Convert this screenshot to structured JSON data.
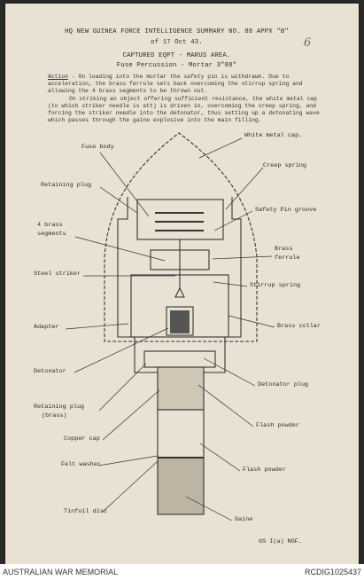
{
  "header": {
    "line1": "HQ NEW GUINEA FORCE INTELLIGENCE SUMMARY NO. 88   APPX \"B\"",
    "line2": "of 17 Oct 43.",
    "line3": "CAPTURED EQPT - MARUS AREA.",
    "line4": "Fuse Percussion - Mortar 3\"88\""
  },
  "page_number": "6",
  "body": {
    "action_label": "Action",
    "para1": " - On loading into the mortar the safety pin is withdrawn. Due to acceleration, the brass ferrule sets back overcoming the stirrup spring and allowing the 4 brass segments to be thrown out.",
    "para2": "On striking an object offering sufficient resistance, the white metal cap (to which striker needle is att) is driven in, overcoming the creep spring, and forcing the striker needle into the detonator, thus setting up a detonating wave which passes through the gaine explosive into the main filling."
  },
  "labels": {
    "fuse_body": "Fuse body",
    "white_metal_cap": "White metal cap.",
    "creep_spring": "Creep spring",
    "retaining_plug": "Retaining plug",
    "safety_pin_groove": "Safety Pin groove",
    "brass_segments_1": "4 brass",
    "brass_segments_2": "segments",
    "brass_ferrule_1": "Brass",
    "brass_ferrule_2": "ferrule",
    "steel_striker": "Steel striker",
    "stirrup_spring": "Stirrup spring",
    "adapter": "Adapter",
    "brass_collar": "Brass collar",
    "detonator": "Detonator",
    "detonator_plug": "Detonator plug",
    "retaining_plug_brass_1": "Retaining plug",
    "retaining_plug_brass_2": "(brass)",
    "flash_powder_1": "Flash powder",
    "copper_cap": "Copper cap",
    "felt_washer": "Felt washer",
    "flash_powder_2": "Flash powder",
    "tinfoil_disc": "Tinfoil disc",
    "gaine": "Gaine"
  },
  "footer_note": "GS I(a) NGF.",
  "footer": {
    "left": "AUSTRALIAN WAR MEMORIAL",
    "right": "RCDIG1025437"
  }
}
